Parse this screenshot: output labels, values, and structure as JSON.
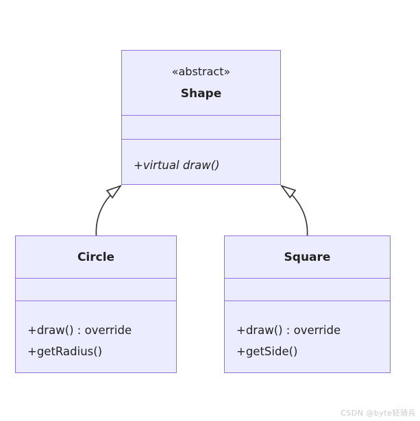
{
  "diagram": {
    "type": "uml-class-diagram",
    "colors": {
      "node_fill": "#ECECFF",
      "node_border": "#9370DB",
      "relation_line": "#333333",
      "text": "#222222",
      "watermark_text": "#c9c9c9",
      "background": "#ffffff"
    },
    "classes": [
      {
        "id": "shape",
        "annotation": "«abstract»",
        "name": "Shape",
        "attributes": [],
        "methods": [
          "+virtual draw()"
        ]
      },
      {
        "id": "circle",
        "annotation": "",
        "name": "Circle",
        "attributes": [],
        "methods": [
          "+draw() : override",
          "+getRadius()"
        ]
      },
      {
        "id": "square",
        "annotation": "",
        "name": "Square",
        "attributes": [],
        "methods": [
          "+draw() : override",
          "+getSide()"
        ]
      }
    ],
    "relations": [
      {
        "from": "Circle",
        "to": "Shape",
        "type": "inheritance"
      },
      {
        "from": "Square",
        "to": "Shape",
        "type": "inheritance"
      }
    ],
    "watermark": "CSDN @byte轻骑兵"
  }
}
